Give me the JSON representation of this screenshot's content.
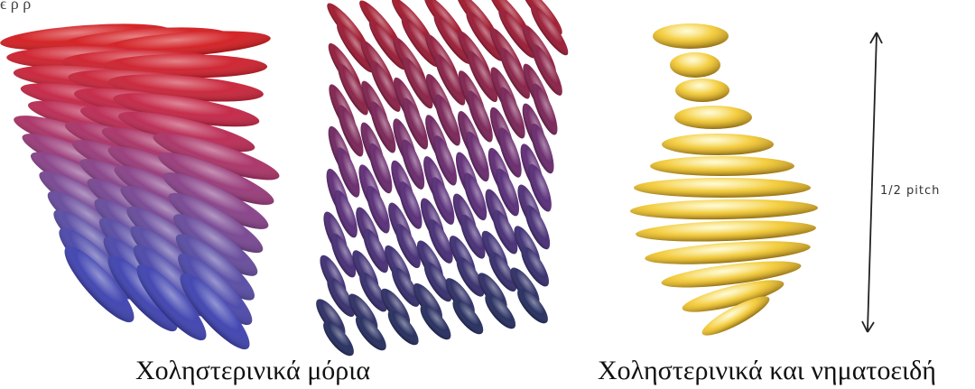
{
  "captions": {
    "left": "Χοληστερινικά μόρια",
    "right": "Χοληστερινικά  και νηματοειδή"
  },
  "pitch_label": "1/2 pitch",
  "top_fragment": "ϵ ρ ρ",
  "colors": {
    "cholesteric_top": "#c41a22",
    "cholesteric_mid": "#7b3d7d",
    "cholesteric_bottom": "#3f3a9a",
    "panel2_top": "#8a1630",
    "panel2_bottom": "#2a2a6a",
    "nematic": "#f2c832",
    "pitch_arrow": "#222222"
  },
  "icons": [
    "pitch-arrow-icon"
  ]
}
